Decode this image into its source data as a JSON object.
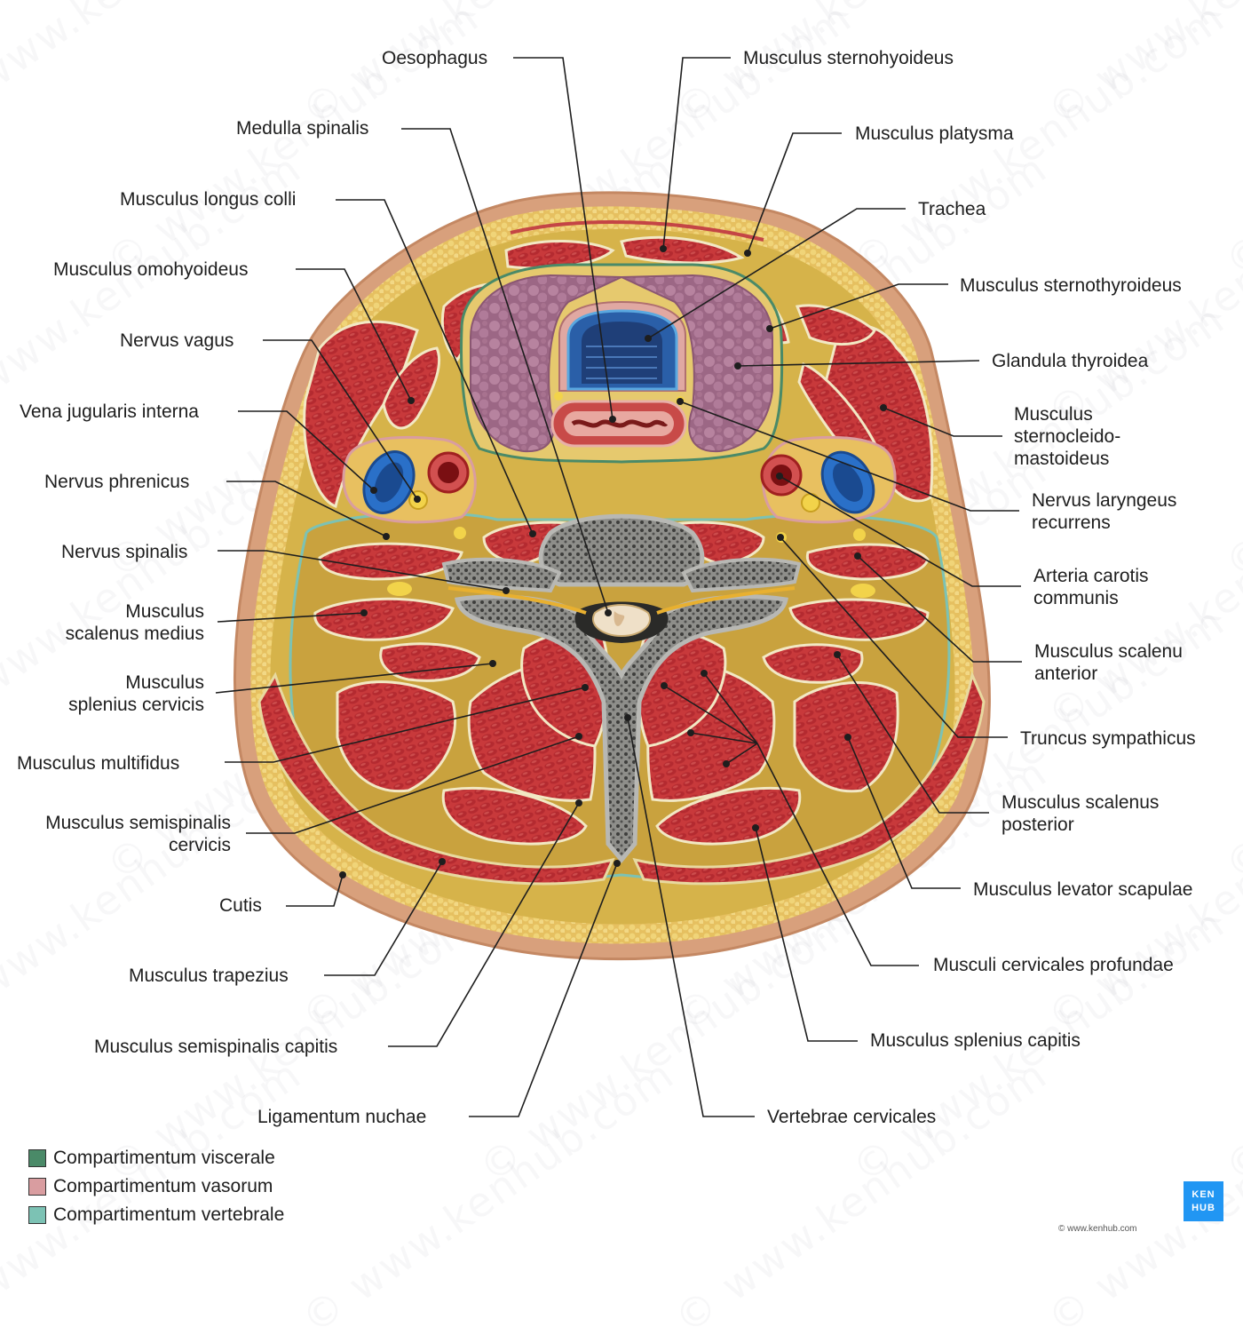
{
  "labels": {
    "oesophagus": "Oesophagus",
    "medulla_spinalis": "Medulla spinalis",
    "longus_colli": "Musculus longus colli",
    "omohyoideus": "Musculus omohyoideus",
    "nervus_vagus": "Nervus vagus",
    "vena_jugularis": "Vena jugularis interna",
    "nervus_phrenicus": "Nervus phrenicus",
    "nervus_spinalis": "Nervus spinalis",
    "scalenus_medius": [
      "Musculus",
      "scalenus medius"
    ],
    "splenius_cervicis": [
      "Musculus",
      "splenius cervicis"
    ],
    "multifidus": "Musculus multifidus",
    "semispinalis_cervicis": [
      "Musculus semispinalis",
      "cervicis"
    ],
    "cutis": "Cutis",
    "trapezius": "Musculus trapezius",
    "semispinalis_capitis": "Musculus semispinalis capitis",
    "ligamentum_nuchae": "Ligamentum nuchae",
    "sternohyoideus": "Musculus sternohyoideus",
    "platysma": "Musculus platysma",
    "trachea": "Trachea",
    "sternothyroideus": "Musculus sternothyroideus",
    "glandula_thyroidea": "Glandula thyroidea",
    "sternocleidomastoideus": [
      "Musculus",
      "sternocleido-",
      "mastoideus"
    ],
    "nervus_laryngeus": [
      "Nervus laryngeus",
      "recurrens"
    ],
    "arteria_carotis": [
      "Arteria carotis",
      "communis"
    ],
    "scalenu_anterior": [
      "Musculus scalenu",
      "anterior"
    ],
    "truncus_sympathicus": "Truncus sympathicus",
    "scalenus_posterior": [
      "Musculus scalenus",
      "posterior"
    ],
    "levator_scapulae": "Musculus levator scapulae",
    "cervicales_profundae": "Musculi cervicales profundae",
    "splenius_capitis": "Musculus splenius capitis",
    "vertebrae_cervicales": "Vertebrae cervicales"
  },
  "legend": [
    {
      "label": "Compartimentum viscerale",
      "color": "#4a8a68"
    },
    {
      "label": "Compartimentum vasorum",
      "color": "#d99da0"
    },
    {
      "label": "Compartimentum vertebrale",
      "color": "#7cc2b4"
    }
  ],
  "brand": {
    "logo_top": "KEN",
    "logo_bottom": "HUB",
    "copyright": "© www.kenhub.com",
    "watermark": "© www.kenhub.com"
  },
  "colors": {
    "muscle": "#c8393b",
    "fat": "#e6c35a",
    "skin": "#d49a78",
    "fascia": "#d4b54a",
    "bone": "#9c9c98",
    "vein": "#2a70c8",
    "artery": "#b51f24",
    "nerve": "#f2d34a",
    "thyroid": "#a66e8c"
  }
}
